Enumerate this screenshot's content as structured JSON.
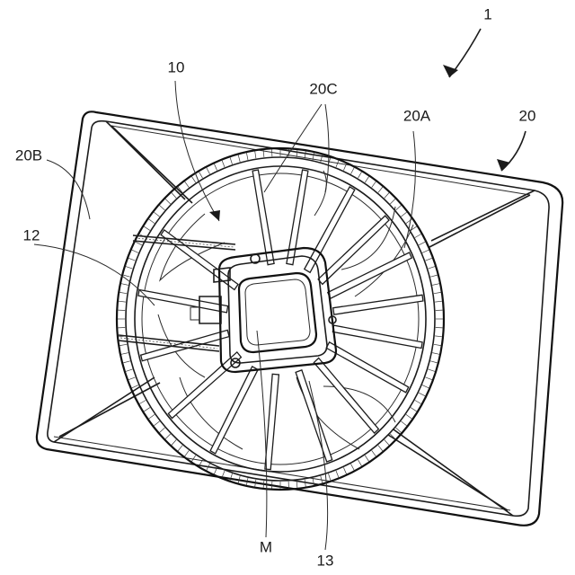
{
  "diagram": {
    "labels": [
      {
        "id": "label-1",
        "text": "1"
      },
      {
        "id": "label-20",
        "text": "20"
      },
      {
        "id": "label-20A",
        "text": "20A"
      },
      {
        "id": "label-20B",
        "text": "20B"
      },
      {
        "id": "label-20C",
        "text": "20C"
      },
      {
        "id": "label-10",
        "text": "10"
      },
      {
        "id": "label-12",
        "text": "12"
      },
      {
        "id": "label-M",
        "text": "M"
      },
      {
        "id": "label-13",
        "text": "13"
      }
    ]
  }
}
